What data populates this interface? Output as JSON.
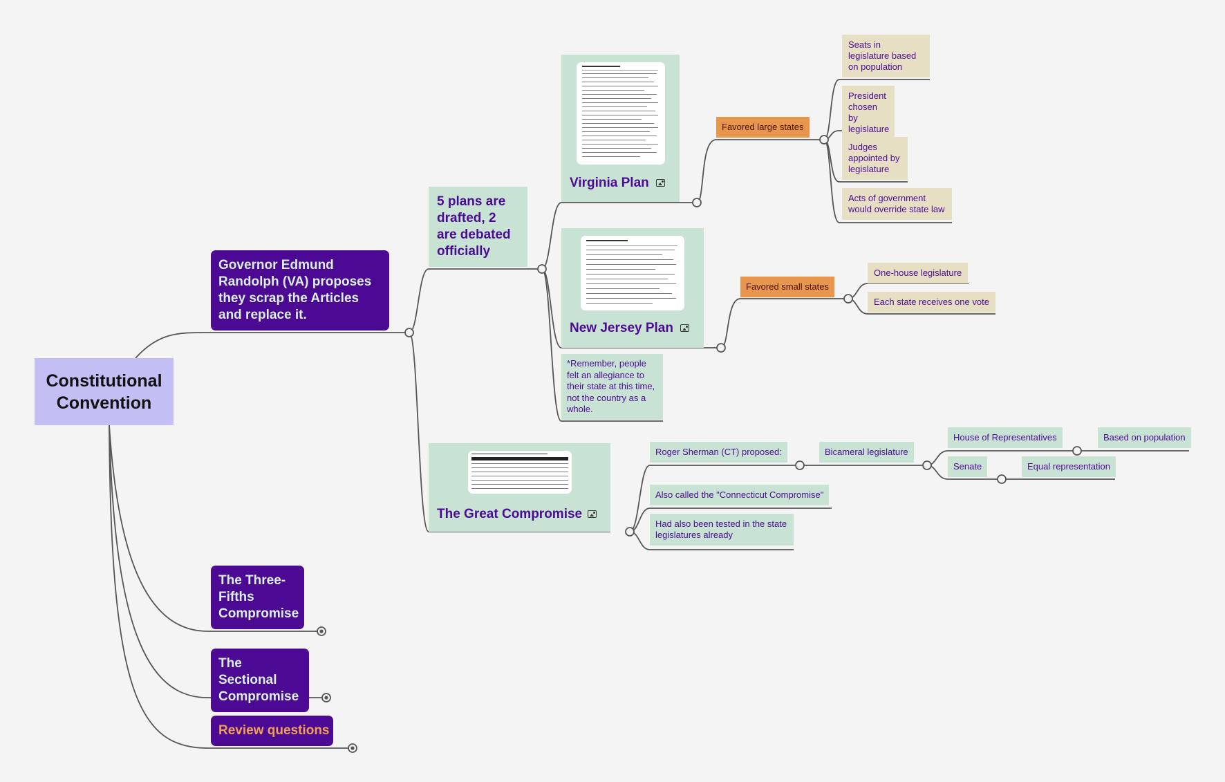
{
  "root": {
    "title": "Constitutional Convention"
  },
  "branches": {
    "randolph": "Governor Edmund Randolph (VA) proposes they scrap the Articles and replace it.",
    "plans": "5 plans are drafted, 2 are debated officially",
    "virginia_plan": "Virginia Plan",
    "new_jersey_plan": "New Jersey Plan",
    "great_compromise": "The Great Compromise",
    "remember_note": "*Remember, people felt an allegiance to their state at this time, not the country as a whole.",
    "three_fifths": "The Three-Fifths Compromise",
    "sectional": "The Sectional Compromise",
    "review": "Review questions"
  },
  "virginia": {
    "favored": "Favored large states",
    "items": [
      "Seats in legislature based on population",
      "President chosen by legislature",
      "Judges appointed by legislature",
      "Acts of government would override state law"
    ]
  },
  "new_jersey": {
    "favored": "Favored small states",
    "items": [
      "One-house legislature",
      "Each state receives one vote"
    ]
  },
  "compromise": {
    "sherman": "Roger Sherman (CT) proposed:",
    "bicameral": "Bicameral legislature",
    "house": "House of Representatives",
    "house_basis": "Based on population",
    "senate": "Senate",
    "senate_basis": "Equal representation",
    "also_called": "Also called the \"Connecticut Compromise\"",
    "tested": "Had also been tested in the state legislatures already"
  },
  "colors": {
    "root": "#c3bff5",
    "purple": "#4c0a94",
    "green": "#c8e3d4",
    "tan": "#e6dfc4",
    "orange": "#e8964e",
    "line": "#555555"
  },
  "icons": [
    "image-icon",
    "collapse-toggle-icon",
    "expand-toggle-icon"
  ]
}
